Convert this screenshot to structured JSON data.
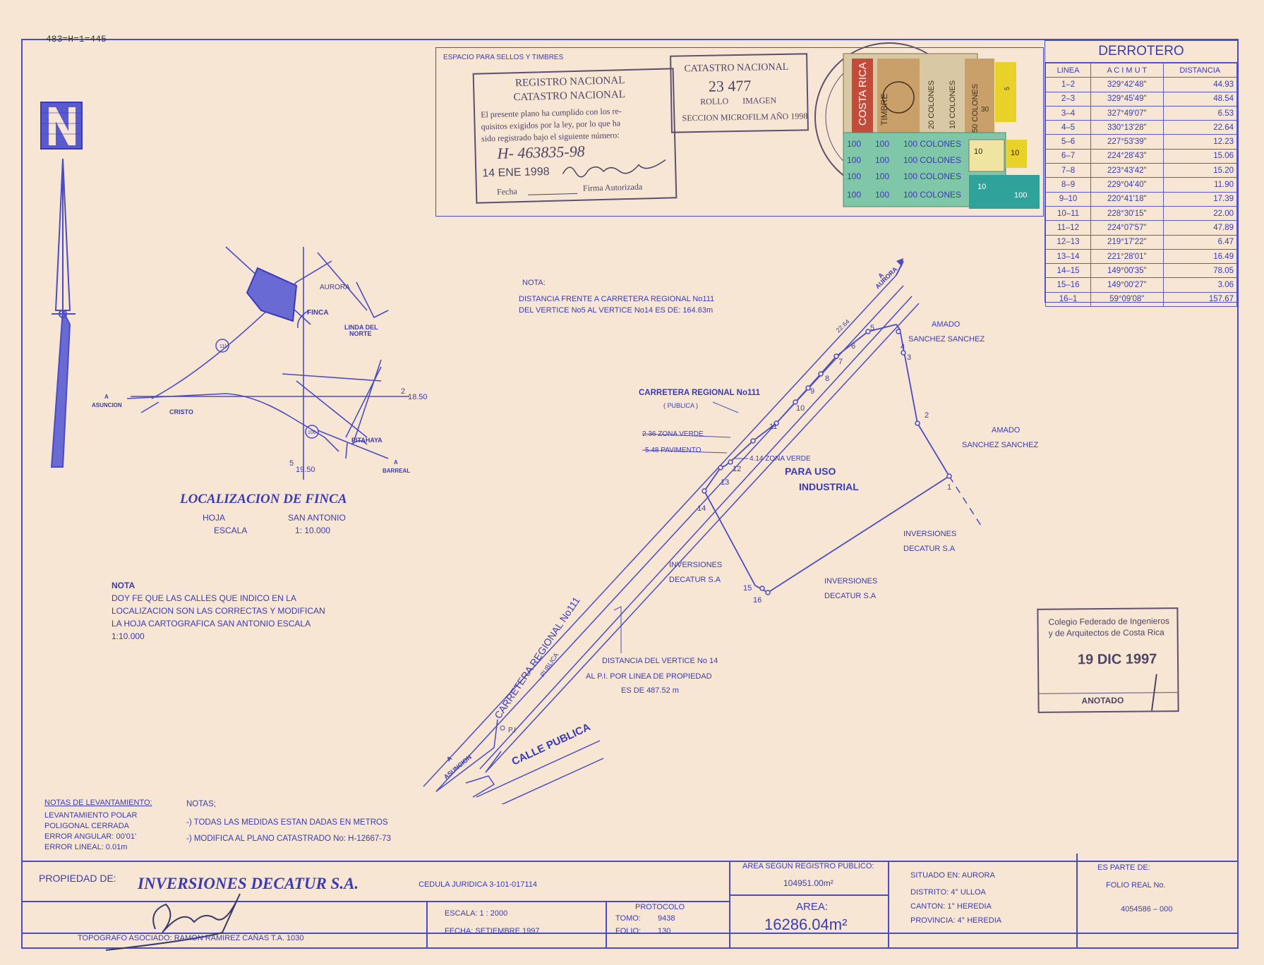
{
  "header_code": "483=H=1=445",
  "sellos_label": "ESPACIO PARA SELLOS Y TIMBRES",
  "registro_stamp": {
    "line1": "REGISTRO NACIONAL",
    "line2": "CATASTRO NACIONAL",
    "text1": "El presente plano ha cumplido con los re-",
    "text2": "quisitos exigidos por la ley, por lo que ha",
    "text3": "sido registrado bajo el siguiente número:",
    "number": "H- 463835-98",
    "date": "14 ENE 1998",
    "fecha_label": "Fecha",
    "firma_label": "Firma Autorizada"
  },
  "catastro_stamp": {
    "title": "CATASTRO NACIONAL",
    "number": "23 477",
    "rollo": "ROLLO",
    "imagen": "IMAGEN",
    "seccion": "SECCION MICROFILM AÑO 1998"
  },
  "timbres": {
    "costa_rica": "COSTA RICA",
    "timbre": "TIMBRE",
    "c20": "20 COLONES",
    "c10": "10 COLONES",
    "c50": "50 COLONES",
    "c100": "100 COLONES",
    "v100": "100",
    "v10": "10",
    "v5": "5",
    "v30": "30"
  },
  "derrotero": {
    "title": "DERROTERO",
    "headers": [
      "LINEA",
      "A C I M U T",
      "DISTANCIA"
    ],
    "rows": [
      [
        "1–2",
        "329°42'48\"",
        "44.93"
      ],
      [
        "2–3",
        "329°45'49\"",
        "48.54"
      ],
      [
        "3–4",
        "327°49'07\"",
        "6.53"
      ],
      [
        "4–5",
        "330°13'28\"",
        "22.64"
      ],
      [
        "5–6",
        "227°53'39\"",
        "12.23"
      ],
      [
        "6–7",
        "224°28'43\"",
        "15.06"
      ],
      [
        "7–8",
        "223°43'42\"",
        "15.20"
      ],
      [
        "8–9",
        "229°04'40\"",
        "11.90"
      ],
      [
        "9–10",
        "220°41'18\"",
        "17.39"
      ],
      [
        "10–11",
        "228°30'15\"",
        "22.00"
      ],
      [
        "11–12",
        "224°07'57\"",
        "47.89"
      ],
      [
        "12–13",
        "219°17'22\"",
        "6.47"
      ],
      [
        "13–14",
        "221°28'01\"",
        "16.49"
      ],
      [
        "14–15",
        "149°00'35\"",
        "78.05"
      ],
      [
        "15–16",
        "149°00'27\"",
        "3.06"
      ],
      [
        "16–1",
        "59°09'08\"",
        "157.67"
      ]
    ]
  },
  "location_map": {
    "aurora": "AURORA",
    "finca": "FINCA",
    "linda1": "LINDA DEL",
    "linda2": "NORTE",
    "asuncion": "ASUNCION",
    "a": "A",
    "cristo": "CRISTO",
    "pitahaya": "PITAHAYA",
    "barreal": "BARREAL",
    "r111": "111",
    "r106": "106",
    "g2": "2",
    "g1850": "18.50",
    "g5": "5",
    "g1950": "19.50"
  },
  "localizacion": {
    "title": "LOCALIZACION DE FINCA",
    "hoja_label": "HOJA",
    "hoja_value": "SAN ANTONIO",
    "escala_label": "ESCALA",
    "escala_value": "1: 10.000"
  },
  "nota_left": {
    "title": "NOTA",
    "l1": "DOY FE QUE LAS CALLES QUE INDICO EN LA",
    "l2": "LOCALIZACION SON LAS CORRECTAS Y MODIFICAN",
    "l3": "LA HOJA CARTOGRAFICA SAN ANTONIO ESCALA",
    "l4": "1:10.000"
  },
  "nota_top": {
    "title": "NOTA:",
    "l1": "DISTANCIA FRENTE A CARRETERA REGIONAL No111",
    "l2": "DEL VERTICE No5 AL VERTICE No14 ES DE: 164.63m"
  },
  "plan": {
    "carretera": "CARRETERA REGIONAL No111",
    "publica": "( PUBLICA )",
    "zona_verde1": "2.36 ZONA VERDE",
    "pavimento": "5.48 PAVIMENTO",
    "zona_verde2": "4.14 ZONA VERDE",
    "uso1": "PARA   USO",
    "uso2": "INDUSTRIAL",
    "amado1a": "AMADO",
    "amado1b": "SANCHEZ SANCHEZ",
    "amado2a": "AMADO",
    "amado2b": "SANCHEZ SANCHEZ",
    "inv1a": "INVERSIONES",
    "inv1b": "DECATUR   S.A",
    "inv2a": "INVERSIONES",
    "inv2b": "DECATUR   S.A",
    "inv3a": "INVERSIONES",
    "inv3b": "DECATUR   S.A",
    "aurora": "AURORA",
    "a": "A",
    "asuncion": "ASUNCION",
    "road_label": "CARRETERA REGIONAL No111",
    "road_publica": "PUBLICA",
    "calle": "CALLE PUBLICA",
    "pi": "P.I",
    "dist1": "DISTANCIA DEL VERTICE No 14",
    "dist2": "AL P.I. POR LINEA DE PROPIEDAD",
    "dist3": "ES DE  487.52 m",
    "dim": "22.64",
    "vertices": [
      "1",
      "2",
      "3",
      "4",
      "5",
      "6",
      "7",
      "8",
      "9",
      "10",
      "11",
      "12",
      "13",
      "14",
      "15",
      "16"
    ]
  },
  "colegio_stamp": {
    "l1": "Colegio Federado de Ingenieros",
    "l2": "y de Arquitectos de Costa Rica",
    "date": "19 DIC 1997",
    "anotado": "ANOTADO"
  },
  "levantamiento": {
    "title": "NOTAS DE LEVANTAMIENTO:",
    "l1": "LEVANTAMIENTO POLAR",
    "l2": "POLIGONAL CERRADA",
    "l3": "ERROR ANGULAR: 00'01'",
    "l4": "ERROR LINEAL: 0.01m"
  },
  "notas": {
    "title": "NOTAS;",
    "l1": "-)  TODAS LAS MEDIDAS ESTAN DADAS EN METROS",
    "l2": "-)  MODIFICA AL PLANO CATASTRADO No: H-12667-73"
  },
  "title_block": {
    "propiedad_label": "PROPIEDAD DE:",
    "owner": "INVERSIONES DECATUR S.A.",
    "cedula": "CEDULA JURIDICA   3-101-017114",
    "topografo": "TOPOGRAFO ASOCIADO: RAMON RAMIREZ CAÑAS   T.A. 1030",
    "escala": "ESCALA:    1  :  2000",
    "fecha": "FECHA:    SETIEMBRE  1997",
    "protocolo": "PROTOCOLO",
    "tomo_label": "TOMO:",
    "tomo": "9438",
    "folio_label": "FOLIO:",
    "folio": "130",
    "area_reg_label": "AREA SEGUN REGISTRO PUBLICO:",
    "area_reg": "104951.00m²",
    "area_label": "AREA:",
    "area": "16286.04m²",
    "situado": "SITUADO  EN:  AURORA",
    "distrito": "DISTRITO:    4°  ULLOA",
    "canton": "CANTON:      1°  HEREDIA",
    "provincia": "PROVINCIA:    4°  HEREDIA",
    "es_parte": "ES PARTE DE:",
    "folio_real": "FOLIO REAL No.",
    "folio_real_no": "4054586  –  000"
  }
}
